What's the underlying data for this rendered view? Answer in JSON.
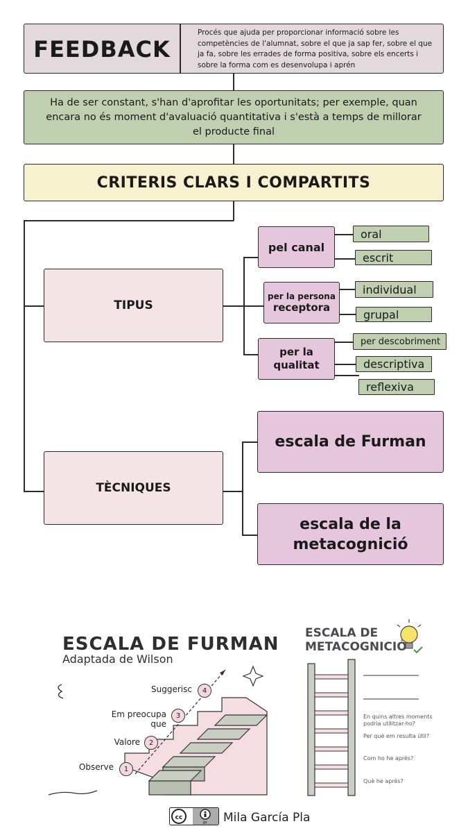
{
  "header": {
    "title": "FEEDBACK",
    "description": "Procés que ajuda per proporcionar informació sobre les competències de l'alumnat, sobre el que ja sap fer, sobre el que ja fa, sobre les errades de forma positiva, sobre els encerts i sobre la forma com es desenvolupa i aprén"
  },
  "constant": "Ha de ser constant, s'han d'aprofitar les oportunitats; per exemple, quan encara no és moment d'avaluació quantitativa i s'està a temps de millorar el producte final",
  "criteria": "CRITERIS CLARS I COMPARTITS",
  "tipus": {
    "label": "TIPUS",
    "canal": {
      "label": "pel canal",
      "items": [
        "oral",
        "escrit"
      ]
    },
    "persona": {
      "label_1": "per la persona",
      "label_2": "receptora",
      "items": [
        "individual",
        "grupal"
      ]
    },
    "qualitat": {
      "label_1": "per la",
      "label_2": "qualitat",
      "items": [
        "per descobriment",
        "descriptiva",
        "reflexiva"
      ]
    }
  },
  "tecniques": {
    "label": "TÈCNIQUES",
    "furman": "escala de Furman",
    "meta_1": "escala de la",
    "meta_2": "metacognició"
  },
  "furman_image": {
    "title": "ESCALA DE FURMAN",
    "subtitle": "Adaptada de Wilson",
    "steps": [
      {
        "label": "Observe",
        "num": "1"
      },
      {
        "label": "Valore",
        "num": "2"
      },
      {
        "label": "Em preocupa que",
        "num": "3"
      },
      {
        "label": "Suggerisc",
        "num": "4"
      }
    ]
  },
  "meta_image": {
    "title_1": "ESCALA DE",
    "title_2": "METACOGNICIÓ",
    "questions": [
      "En quins altres moments podria utilitzar-ho?",
      "Per què em resulta útil?",
      "Com ho he après?",
      "Què he après?"
    ]
  },
  "credit": {
    "license": "cc by",
    "author": "Mila García Pla"
  },
  "colors": {
    "pink": "#f4e4e8",
    "mauve": "#e6c6dc",
    "green": "#bfcfb0",
    "yellow": "#f7f1cf",
    "header": "#e3d9dc"
  }
}
